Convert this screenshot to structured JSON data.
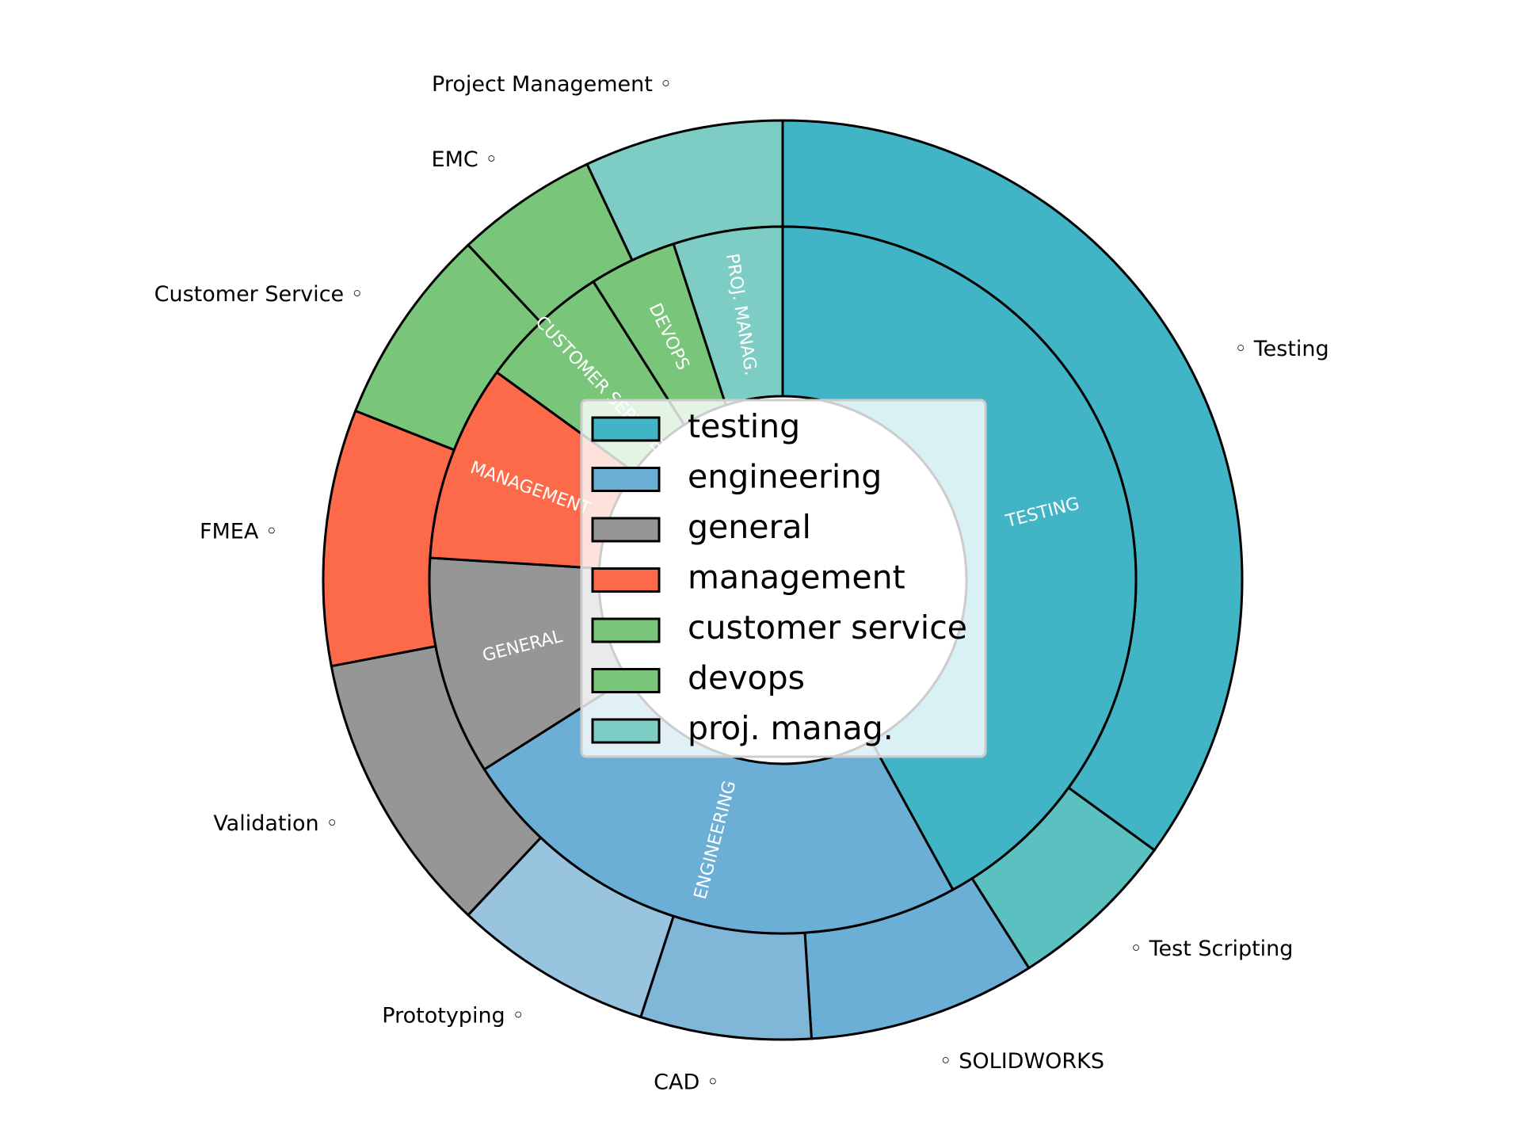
{
  "chart_data": {
    "type": "pie",
    "variant": "nested-donut",
    "title": "",
    "inner_ring": [
      {
        "label": "TESTING",
        "value": 42,
        "color": "#41b4c5"
      },
      {
        "label": "ENGINEERING",
        "value": 24,
        "color": "#6baed6"
      },
      {
        "label": "GENERAL",
        "value": 10,
        "color": "#969696"
      },
      {
        "label": "MANAGEMENT",
        "value": 9,
        "color": "#fc6a4a"
      },
      {
        "label": "CUSTOMER SERVICE",
        "value": 6,
        "color": "#79c57a"
      },
      {
        "label": "DEVOPS",
        "value": 4,
        "color": "#79c57a"
      },
      {
        "label": "PROJ. MANAG.",
        "value": 5,
        "color": "#7dcdc5"
      }
    ],
    "outer_ring": [
      {
        "label": "◦ Testing",
        "value": 35,
        "color": "#41b4c5",
        "side": "right"
      },
      {
        "label": "◦ Test Scripting",
        "value": 6,
        "color": "#5ac0c0",
        "side": "right"
      },
      {
        "label": "◦ SOLIDWORKS",
        "value": 8,
        "color": "#6baed6",
        "side": "right"
      },
      {
        "label": "CAD ◦",
        "value": 6,
        "color": "#80b6d8",
        "side": "left"
      },
      {
        "label": "Prototyping ◦",
        "value": 7,
        "color": "#98c4e0",
        "side": "left"
      },
      {
        "label": "Validation ◦",
        "value": 10,
        "color": "#969696",
        "side": "left"
      },
      {
        "label": "FMEA ◦",
        "value": 9,
        "color": "#fc6a4a",
        "side": "left"
      },
      {
        "label": "Customer Service ◦",
        "value": 7,
        "color": "#79c57a",
        "side": "left"
      },
      {
        "label": "EMC ◦",
        "value": 5,
        "color": "#79c57a",
        "side": "left"
      },
      {
        "label": "Project Management ◦",
        "value": 7,
        "color": "#7dcdc5",
        "side": "left"
      }
    ],
    "legend": {
      "placement": "center",
      "entries": [
        {
          "label": "testing",
          "color": "#41b4c5"
        },
        {
          "label": "engineering",
          "color": "#6baed6"
        },
        {
          "label": "general",
          "color": "#969696"
        },
        {
          "label": "management",
          "color": "#fc6a4a"
        },
        {
          "label": "customer service",
          "color": "#79c57a"
        },
        {
          "label": "devops",
          "color": "#79c57a"
        },
        {
          "label": "proj. manag.",
          "color": "#7dcdc5"
        }
      ]
    }
  }
}
